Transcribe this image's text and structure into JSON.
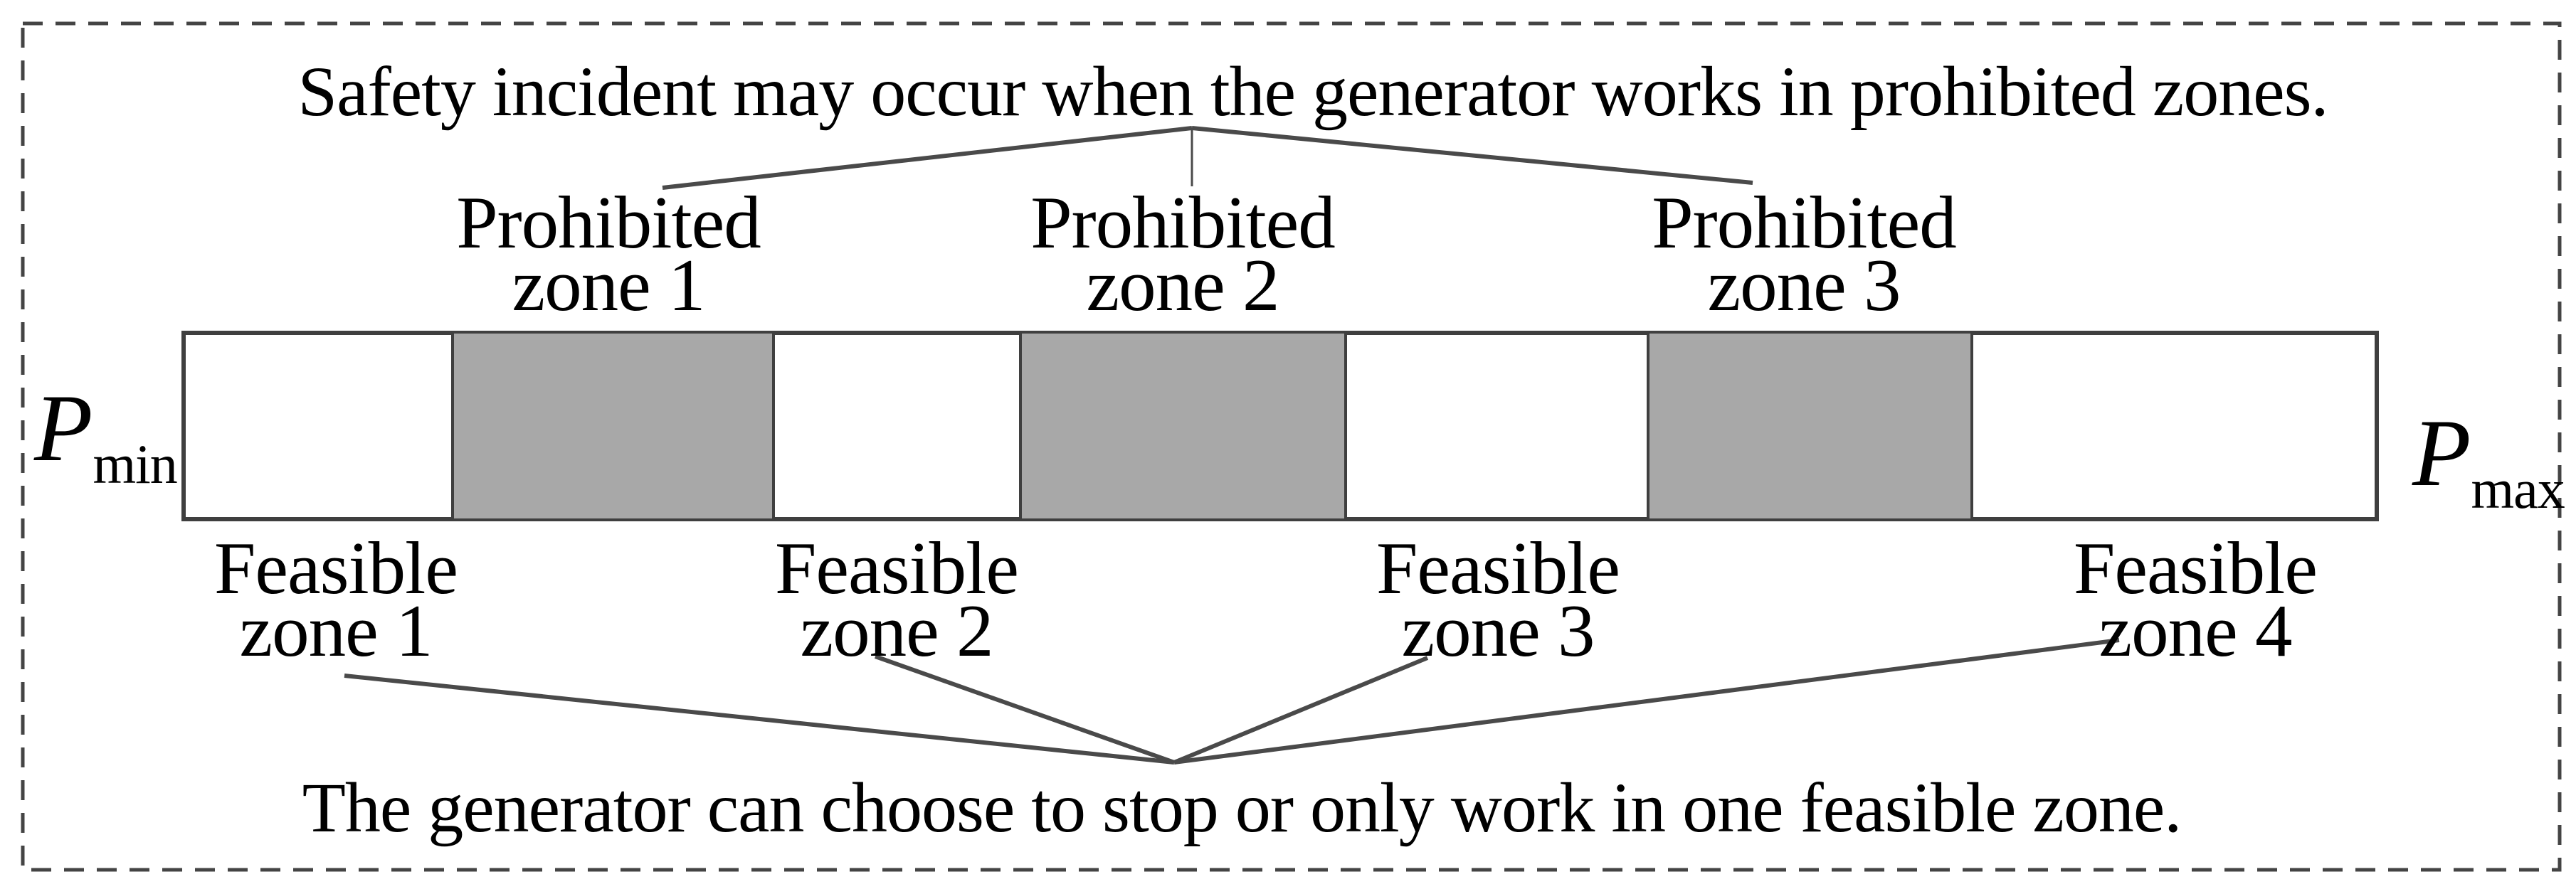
{
  "figure": {
    "top_caption": "Safety incident may occur when the generator works in prohibited zones.",
    "bottom_caption": "The generator can choose to stop or only work in one feasible zone.",
    "p_min": {
      "symbol": "P",
      "subscript": "min"
    },
    "p_max": {
      "symbol": "P",
      "subscript": "max"
    },
    "prohibited_zones": [
      {
        "line1": "Prohibited",
        "line2": "zone 1"
      },
      {
        "line1": "Prohibited",
        "line2": "zone 2"
      },
      {
        "line1": "Prohibited",
        "line2": "zone 3"
      }
    ],
    "feasible_zones": [
      {
        "line1": "Feasible",
        "line2": "zone 1"
      },
      {
        "line1": "Feasible",
        "line2": "zone 2"
      },
      {
        "line1": "Feasible",
        "line2": "zone 3"
      },
      {
        "line1": "Feasible",
        "line2": "zone 4"
      }
    ],
    "colors": {
      "prohibited_fill": "#a8a8a8",
      "feasible_fill": "#ffffff",
      "bar_outline": "#3f3f3f",
      "leader_line": "#4a4a4a",
      "dashed_border": "#444444",
      "text": "#000000"
    }
  }
}
